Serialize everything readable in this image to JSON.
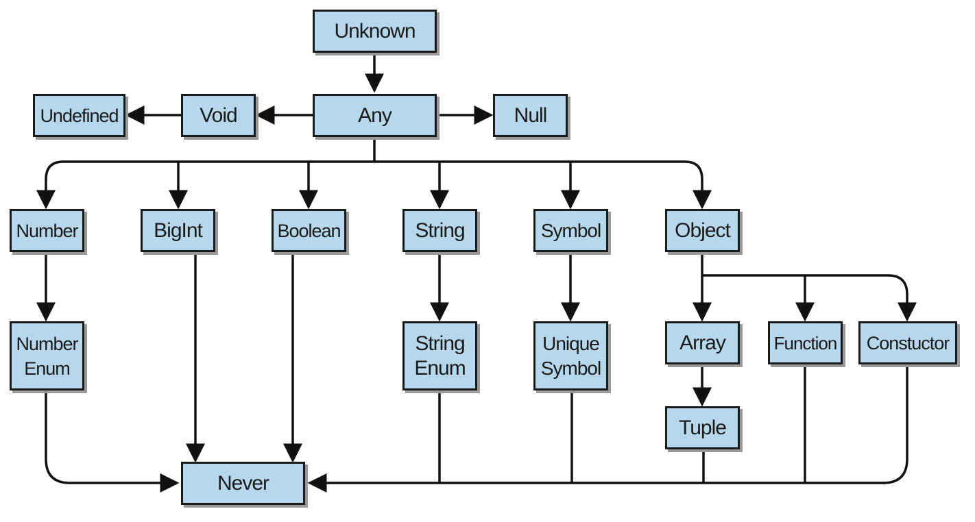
{
  "colors": {
    "node_fill": "#b7d8ec",
    "node_border": "#1a1a1a",
    "edge": "#111111",
    "shadow": "#9a9a9a"
  },
  "nodes": {
    "unknown": "Unknown",
    "any": "Any",
    "void": "Void",
    "undefined": "Undefined",
    "null": "Null",
    "number": "Number",
    "bigint": "BigInt",
    "boolean": "Boolean",
    "string": "String",
    "symbol": "Symbol",
    "object": "Object",
    "number_enum": "Number\nEnum",
    "string_enum": "String\nEnum",
    "unique_symbol": "Unique\nSymbol",
    "array": "Array",
    "function": "Function",
    "constructor": "Constuctor",
    "tuple": "Tuple",
    "never": "Never"
  }
}
